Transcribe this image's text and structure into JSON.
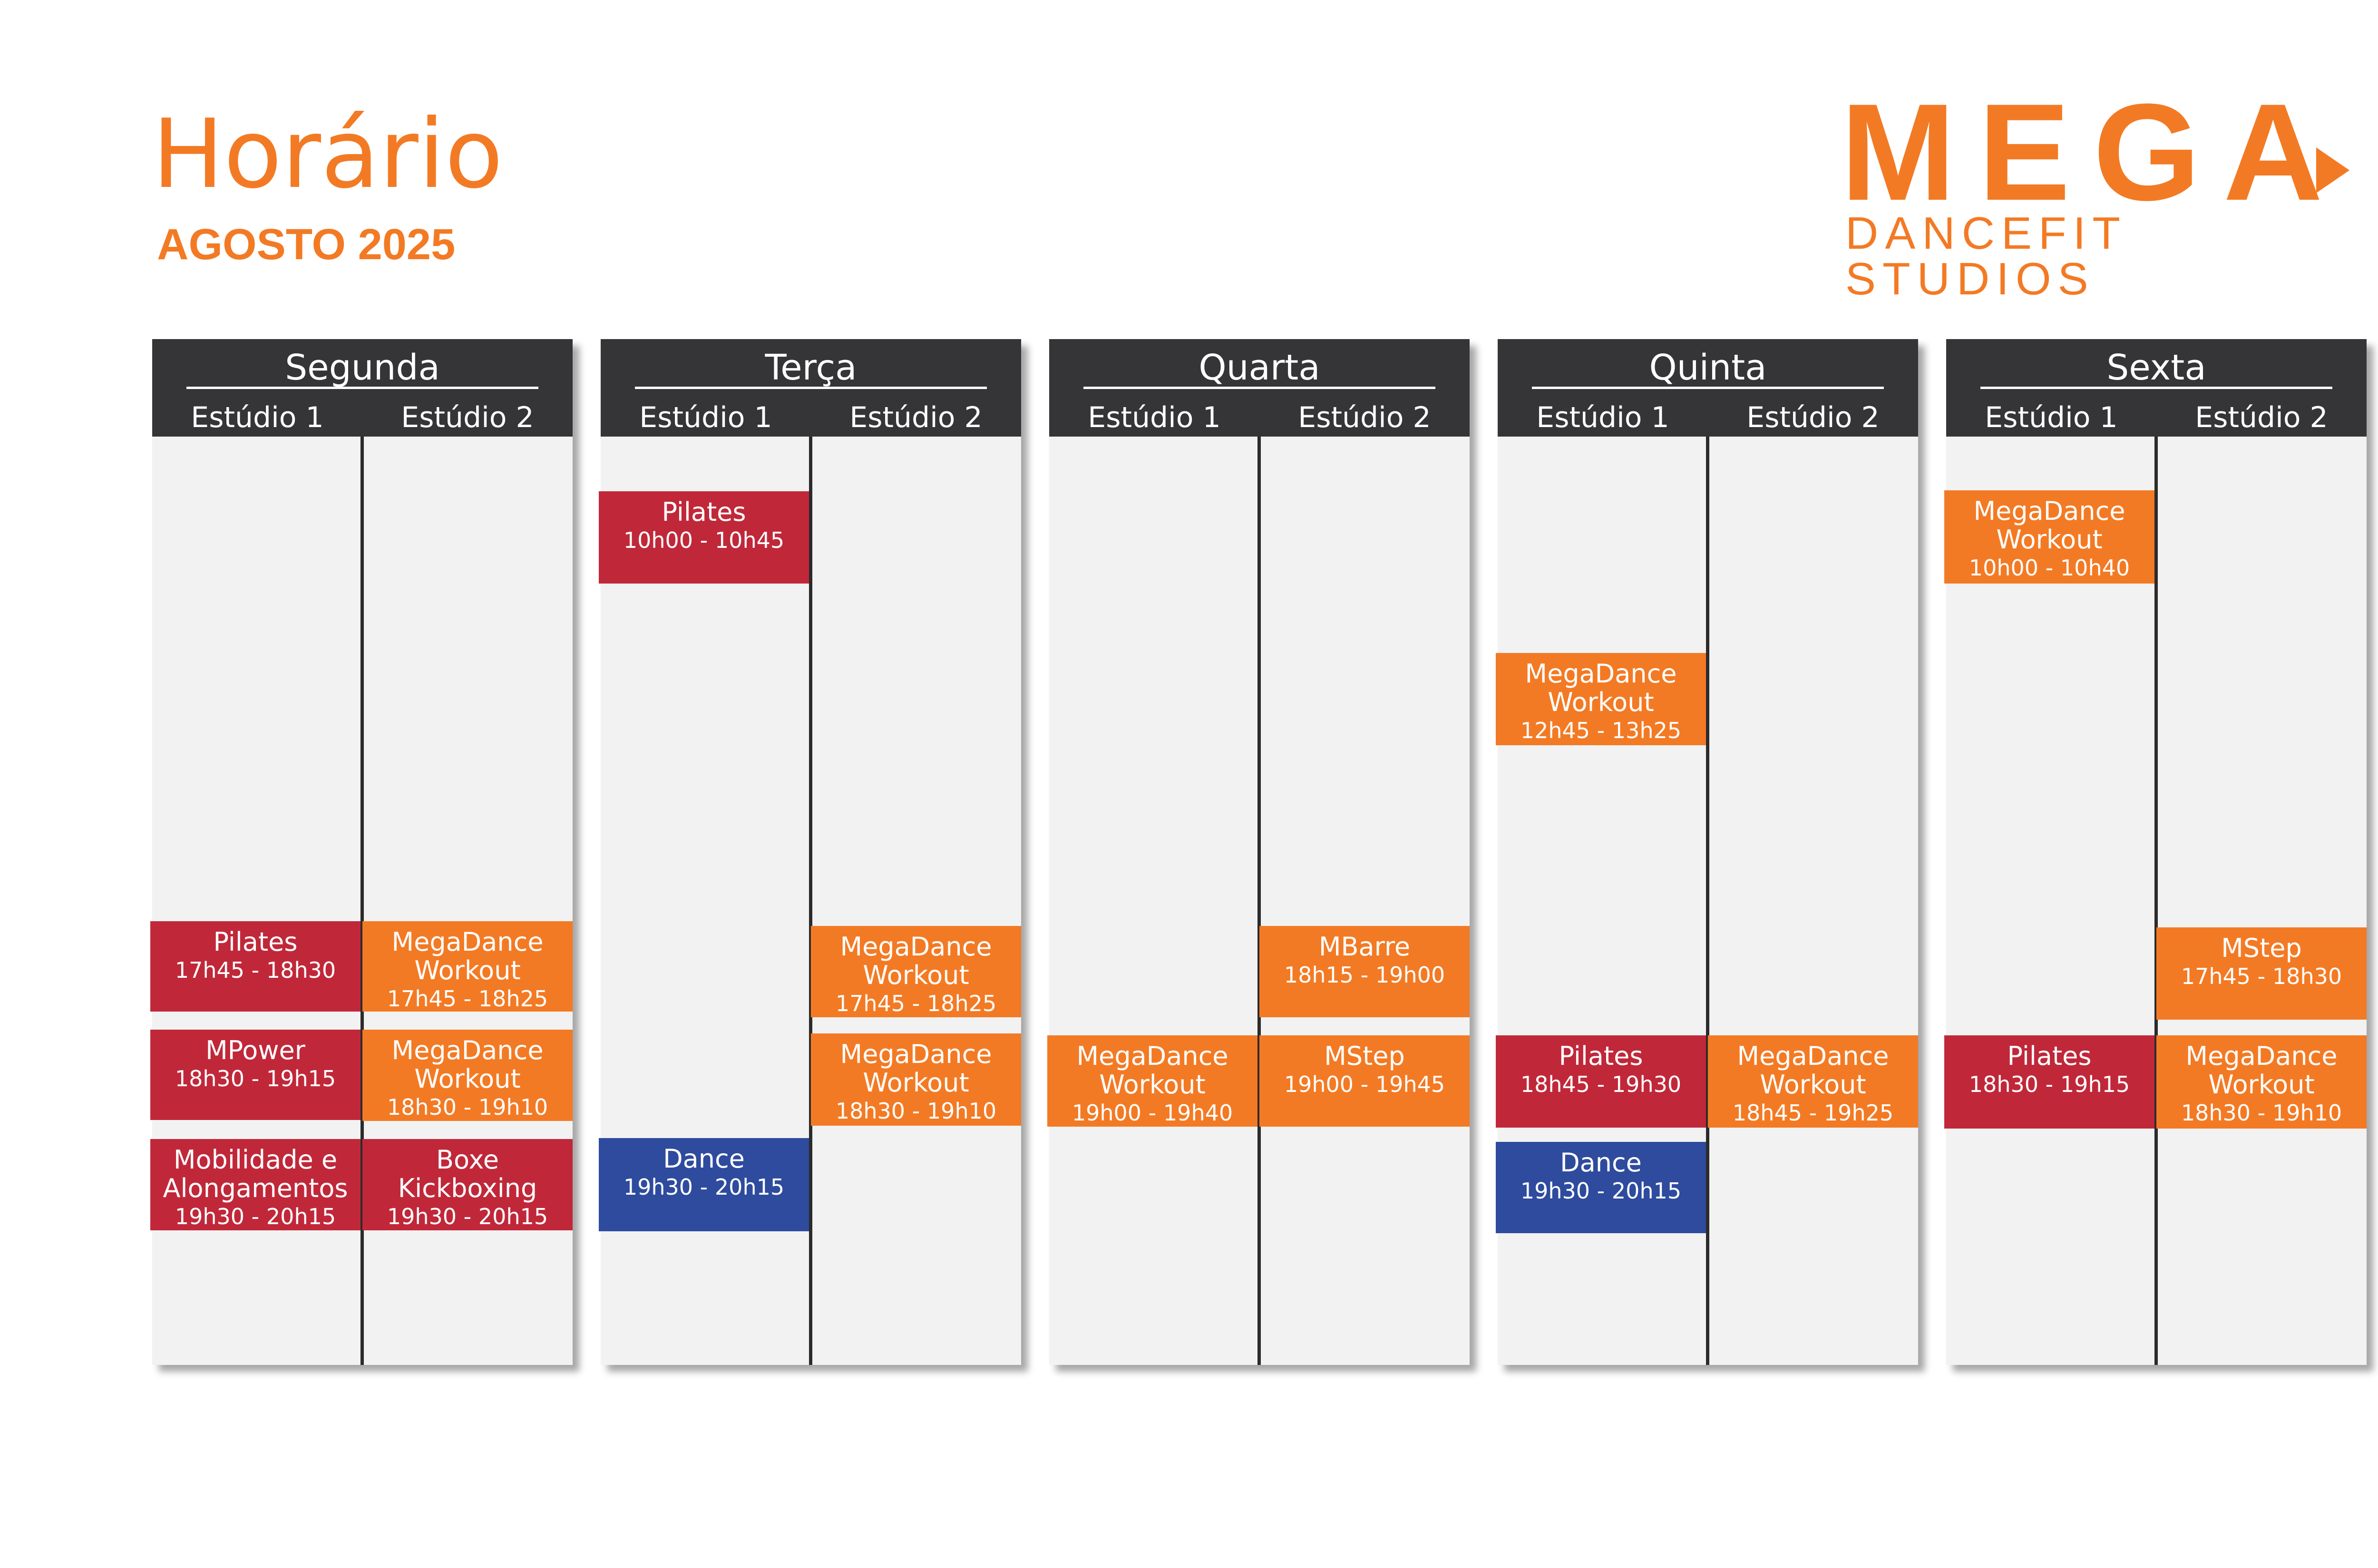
{
  "header": {
    "title": "Horário",
    "subtitle": "AGOSTO 2025"
  },
  "logo": {
    "word": "MEGA",
    "tagline": "DANCEFIT STUDIOS"
  },
  "colors": {
    "accent": "#f37a24",
    "header_bar": "#353537",
    "column_bg": "#f2f2f2",
    "class_red": "#c0283a",
    "class_orange": "#f37a24",
    "class_blue": "#2e4b9e"
  },
  "studio_labels": [
    "Estúdio 1",
    "Estúdio 2"
  ],
  "days": [
    {
      "name": "Segunda",
      "classes": [
        {
          "studio": 1,
          "name": "Pilates",
          "time": "17h45 - 18h30",
          "color": "red"
        },
        {
          "studio": 1,
          "name": "MPower",
          "time": "18h30 - 19h15",
          "color": "red"
        },
        {
          "studio": 1,
          "name": "Mobilidade e Alongamentos",
          "time": "19h30 - 20h15",
          "color": "red"
        },
        {
          "studio": 2,
          "name": "MegaDance Workout",
          "time": "17h45 - 18h25",
          "color": "orange"
        },
        {
          "studio": 2,
          "name": "MegaDance Workout",
          "time": "18h30 - 19h10",
          "color": "orange"
        },
        {
          "studio": 2,
          "name": "Boxe Kickboxing",
          "time": "19h30 - 20h15",
          "color": "red"
        }
      ]
    },
    {
      "name": "Terça",
      "classes": [
        {
          "studio": 1,
          "name": "Pilates",
          "time": "10h00 - 10h45",
          "color": "red"
        },
        {
          "studio": 1,
          "name": "Dance",
          "time": "19h30 - 20h15",
          "color": "blue"
        },
        {
          "studio": 2,
          "name": "MegaDance Workout",
          "time": "17h45 - 18h25",
          "color": "orange"
        },
        {
          "studio": 2,
          "name": "MegaDance Workout",
          "time": "18h30 - 19h10",
          "color": "orange"
        }
      ]
    },
    {
      "name": "Quarta",
      "classes": [
        {
          "studio": 1,
          "name": "MegaDance Workout",
          "time": "19h00 - 19h40",
          "color": "orange"
        },
        {
          "studio": 2,
          "name": "MBarre",
          "time": "18h15 - 19h00",
          "color": "orange"
        },
        {
          "studio": 2,
          "name": "MStep",
          "time": "19h00 - 19h45",
          "color": "orange"
        }
      ]
    },
    {
      "name": "Quinta",
      "classes": [
        {
          "studio": 1,
          "name": "MegaDance Workout",
          "time": "12h45 - 13h25",
          "color": "orange"
        },
        {
          "studio": 1,
          "name": "Pilates",
          "time": "18h45 - 19h30",
          "color": "red"
        },
        {
          "studio": 1,
          "name": "Dance",
          "time": "19h30 - 20h15",
          "color": "blue"
        },
        {
          "studio": 2,
          "name": "MegaDance Workout",
          "time": "18h45 - 19h25",
          "color": "orange"
        }
      ]
    },
    {
      "name": "Sexta",
      "classes": [
        {
          "studio": 1,
          "name": "MegaDance Workout",
          "time": "10h00 - 10h40",
          "color": "orange"
        },
        {
          "studio": 1,
          "name": "Pilates",
          "time": "18h30 - 19h15",
          "color": "red"
        },
        {
          "studio": 2,
          "name": "MStep",
          "time": "17h45 - 18h30",
          "color": "orange"
        },
        {
          "studio": 2,
          "name": "MegaDance Workout",
          "time": "18h30 - 19h10",
          "color": "orange"
        }
      ]
    }
  ]
}
